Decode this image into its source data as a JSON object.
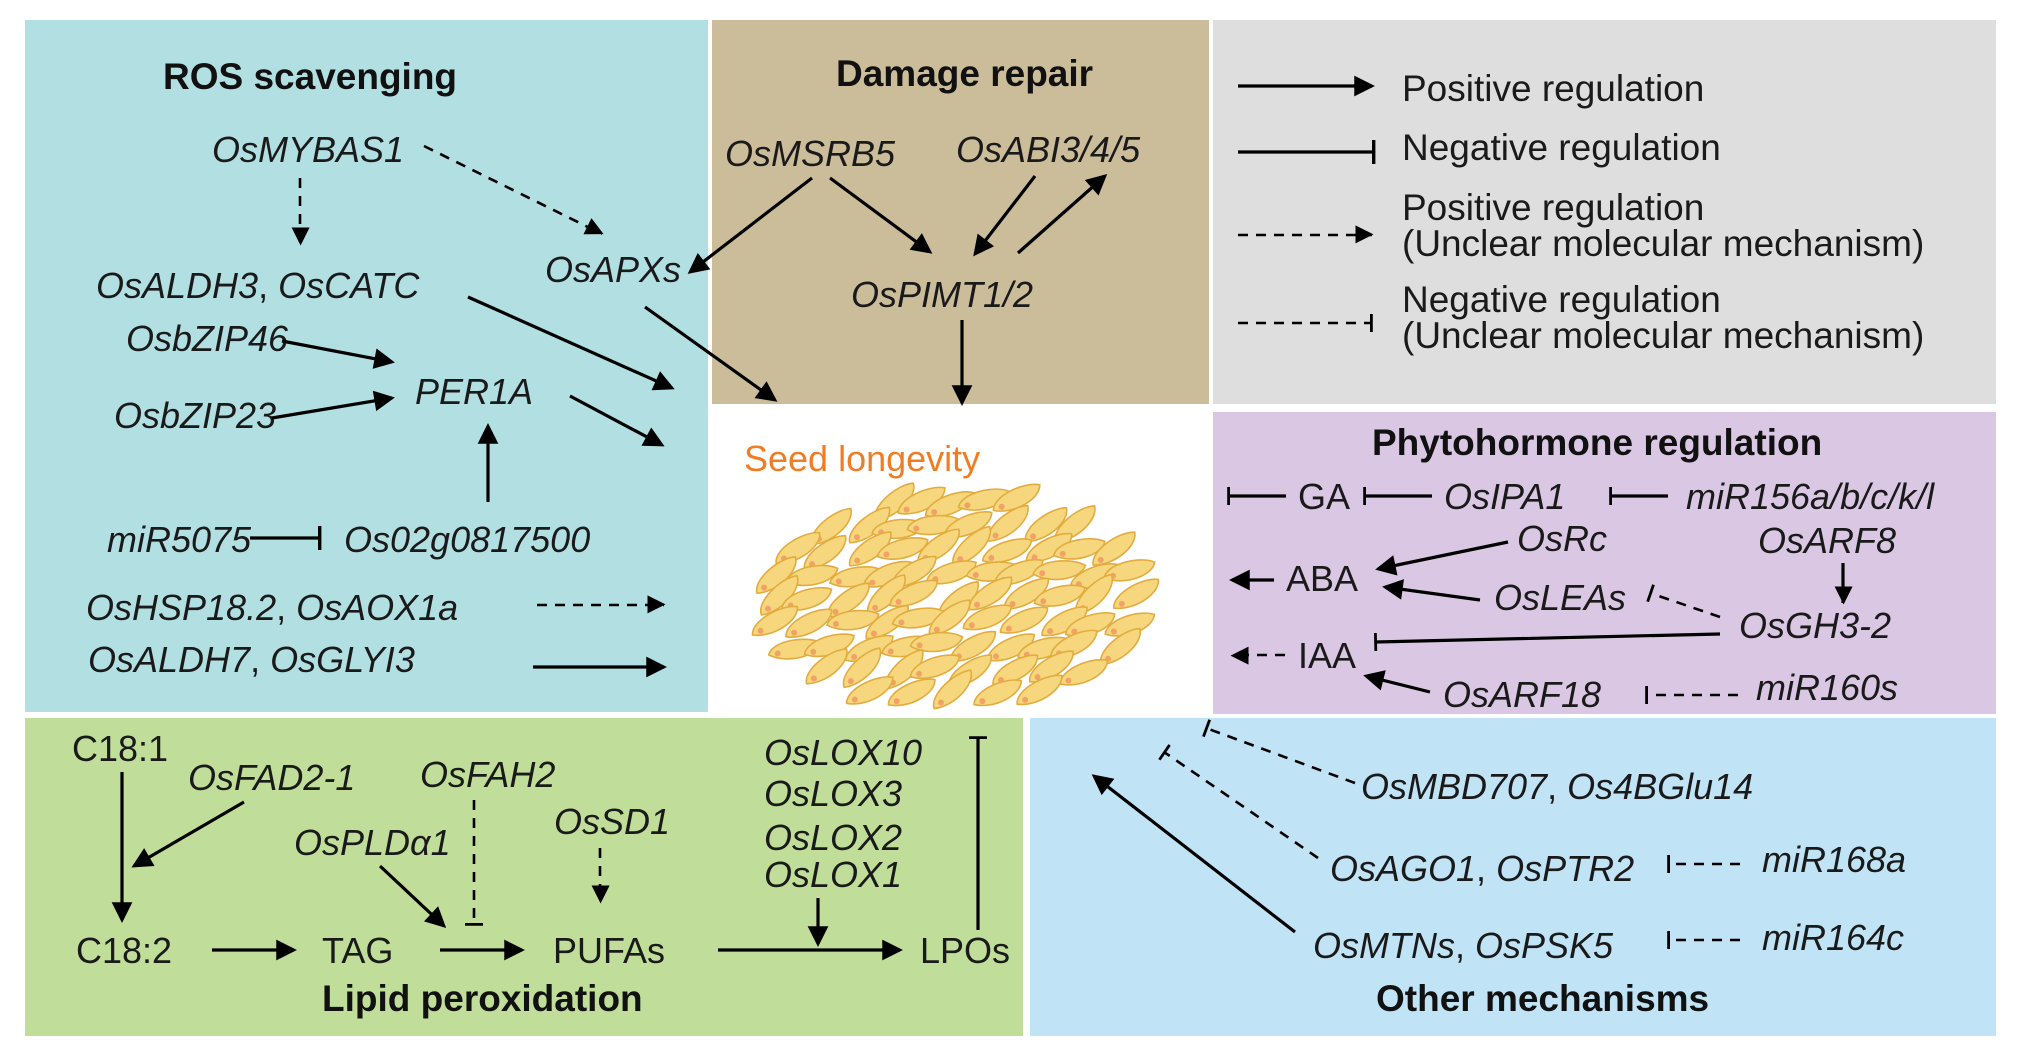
{
  "colors": {
    "ros_panel": "#b1dfe2",
    "damage_panel": "#cbbd9a",
    "legend_panel": "#dedede",
    "phyto_panel": "#dac7e3",
    "lipid_panel": "#c0de99",
    "other_panel": "#c0e3f6",
    "center_label": "#f07c24",
    "seed_fill": "#f6d77d",
    "seed_edge": "#e2ac3f",
    "seed_spot": "#f2a265"
  },
  "center": {
    "label": "Seed longevity"
  },
  "legend": {
    "positive": "Positive regulation",
    "negative": "Negative regulation",
    "positive_unclear_1": "Positive regulation",
    "positive_unclear_2": "(Unclear molecular mechanism)",
    "negative_unclear_1": "Negative regulation",
    "negative_unclear_2": "(Unclear molecular mechanism)"
  },
  "ros": {
    "title": "ROS scavenging",
    "mybas1": "OsMYBAS1",
    "aldh3": "OsALDH3",
    "catc": "OsCATC",
    "apxs": "OsAPXs",
    "bzip46": "OsbZIP46",
    "bzip23": "OsbZIP23",
    "per1a": "PER1A",
    "mir5075": "miR5075",
    "os02g": "Os02g0817500",
    "hsp18": "OsHSP18.2",
    "aox1a": "OsAOX1a",
    "aldh7": "OsALDH7",
    "glyi3": "OsGLYI3",
    "sep": ", "
  },
  "damage": {
    "title": "Damage repair",
    "msrb5": "OsMSRB5",
    "abi": "OsABI3/4/5",
    "pimt": "OsPIMT1/2"
  },
  "phyto": {
    "title": "Phytohormone regulation",
    "ga": "GA",
    "ipa1": "OsIPA1",
    "mir156": "miR156a/b/c/k/l",
    "rc": "OsRc",
    "arf8": "OsARF8",
    "aba": "ABA",
    "leas": "OsLEAs",
    "gh3": "OsGH3-2",
    "iaa": "IAA",
    "arf18": "OsARF18",
    "mir160": "miR160s"
  },
  "lipid": {
    "title": "Lipid peroxidation",
    "c181": "C18:1",
    "fad2": "OsFAD2-1",
    "fah2": "OsFAH2",
    "pld": "OsPLDα1",
    "sd1": "OsSD1",
    "lox10": "OsLOX10",
    "lox3": "OsLOX3",
    "lox2": "OsLOX2",
    "lox1": "OsLOX1",
    "c182": "C18:2",
    "tag": "TAG",
    "pufas": "PUFAs",
    "lpos": "LPOs"
  },
  "other": {
    "title": "Other mechanisms",
    "mbd707": "OsMBD707",
    "bglu14": "Os4BGlu14",
    "ago1": "OsAGO1",
    "ptr2": "OsPTR2",
    "mir168a": "miR168a",
    "mtns": "OsMTNs",
    "psk5": "OsPSK5",
    "mir164c": "miR164c",
    "sep": ", "
  }
}
